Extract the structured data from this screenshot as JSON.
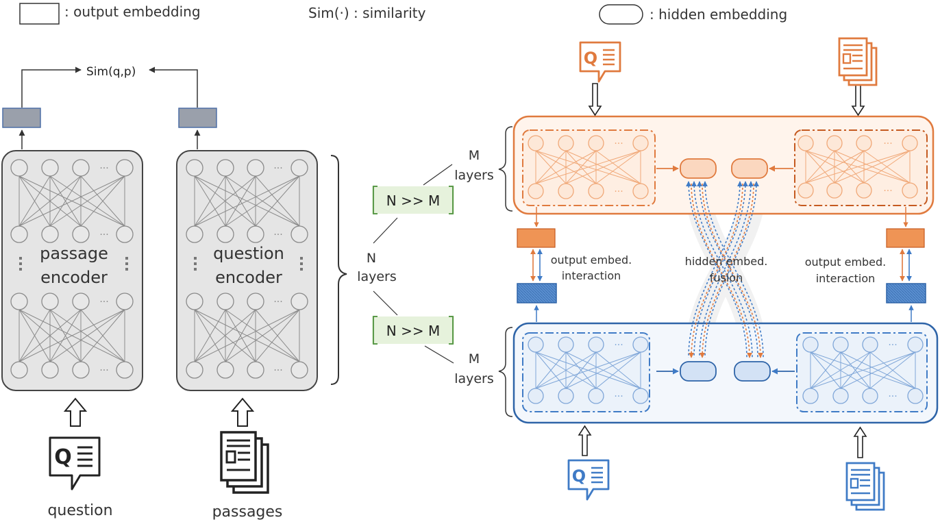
{
  "legend": {
    "output": ": output embedding",
    "similarity": "Sim(·) : similarity",
    "hidden": ": hidden embedding"
  },
  "left": {
    "sim": "Sim(q,p)",
    "passage_encoder": [
      "passage",
      "encoder"
    ],
    "question_encoder": [
      "question",
      "encoder"
    ],
    "question_label": "question",
    "passages_label": "passages",
    "n_layers": [
      "N",
      "layers"
    ]
  },
  "ratio": "N >> M",
  "right": {
    "m_layers": [
      "M",
      "layers"
    ],
    "output_interaction": [
      "output embed.",
      "interaction"
    ],
    "hidden_fusion": [
      "hidden embed.",
      "fusion"
    ],
    "ellipsis": "···"
  },
  "colors": {
    "orange": "#e07a3e",
    "orange_fill": "#fff4ec",
    "orange_out": "#ef9455",
    "orange_hidden": "#fbd7bf",
    "blue": "#2e64a8",
    "blue_fill": "#f3f7fc",
    "blue_out": "#5a8fd0",
    "blue_hidden": "#d3e2f5",
    "gray_box": "#e5e5e5",
    "gray_out": "#9aa0ab",
    "green": "#e6f2dc",
    "green_stroke": "#5b9a4a"
  },
  "icons": [
    "question-icon",
    "passages-icon"
  ]
}
